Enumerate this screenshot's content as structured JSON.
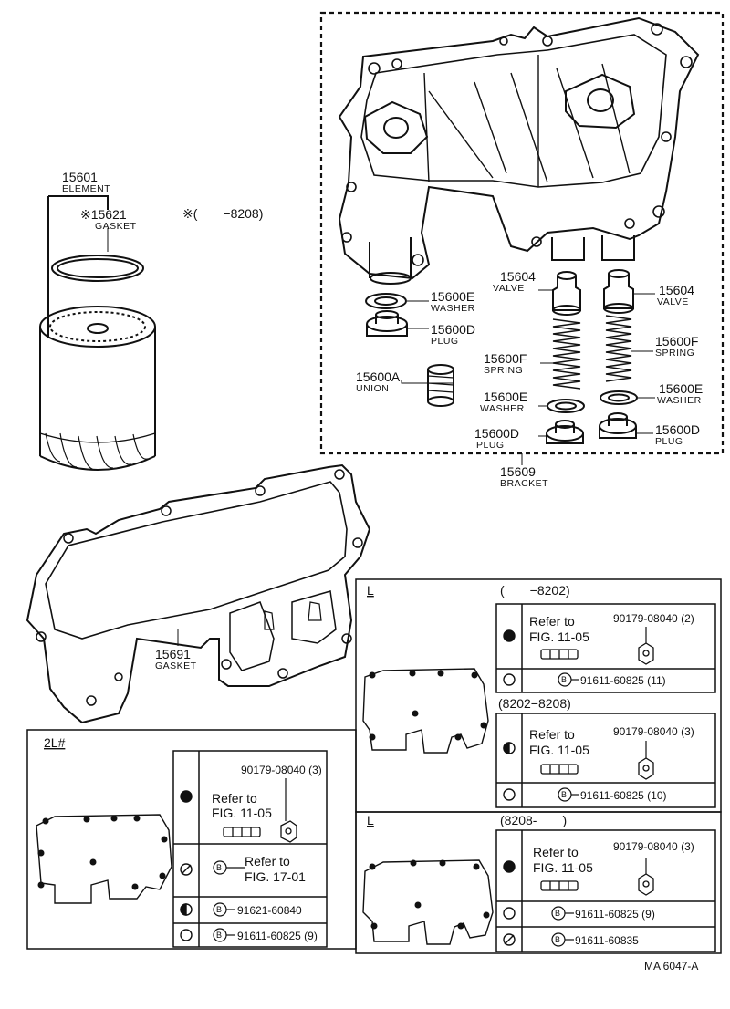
{
  "labels": {
    "element_pn": "15601",
    "element_nm": "ELEMENT",
    "gasket_pn": "※15621",
    "gasket_nm": "GASKET",
    "note": "※(　　−8208)",
    "washer_e_pn": "15600E",
    "washer_nm": "WASHER",
    "plug_d_pn": "15600D",
    "plug_nm": "PLUG",
    "union_pn": "15600A",
    "union_nm": "UNION",
    "valve_pn": "15604",
    "valve_nm": "VALVE",
    "spring_pn": "15600F",
    "spring_nm": "SPRING",
    "bracket_pn": "15609",
    "bracket_nm": "BRACKET",
    "gasket2_pn": "15691",
    "gasket2_nm": "GASKET"
  },
  "box_2l": {
    "title": "2L#",
    "rows": [
      {
        "refer": "Refer to",
        "fig": "FIG. 11-05",
        "part": "90179-08040 (3)"
      },
      {
        "refer": "Refer to",
        "fig": "FIG. 17-01",
        "bolt": "B"
      },
      {
        "part": "91621-60840",
        "bolt": "B"
      },
      {
        "part": "91611-60825 (9)",
        "bolt": "B"
      }
    ]
  },
  "box_l1": {
    "title": "L",
    "range": "(　　−8202)",
    "rows": [
      {
        "refer": "Refer to",
        "fig": "FIG. 11-05",
        "part": "90179-08040 (2)"
      },
      {
        "part": "91611-60825 (11)",
        "bolt": "B"
      }
    ]
  },
  "box_l2": {
    "range": "(8202−8208)",
    "rows": [
      {
        "refer": "Refer to",
        "fig": "FIG. 11-05",
        "part": "90179-08040 (3)"
      },
      {
        "part": "91611-60825 (10)",
        "bolt": "B"
      }
    ]
  },
  "box_l3": {
    "title": "L",
    "range": "(8208-　　)",
    "rows": [
      {
        "refer": "Refer to",
        "fig": "FIG. 11-05",
        "part": "90179-08040 (3)"
      },
      {
        "part": "91611-60825 (9)",
        "bolt": "B"
      },
      {
        "part": "91611-60835",
        "bolt": "B"
      }
    ]
  },
  "footer": "MA 6047-A"
}
